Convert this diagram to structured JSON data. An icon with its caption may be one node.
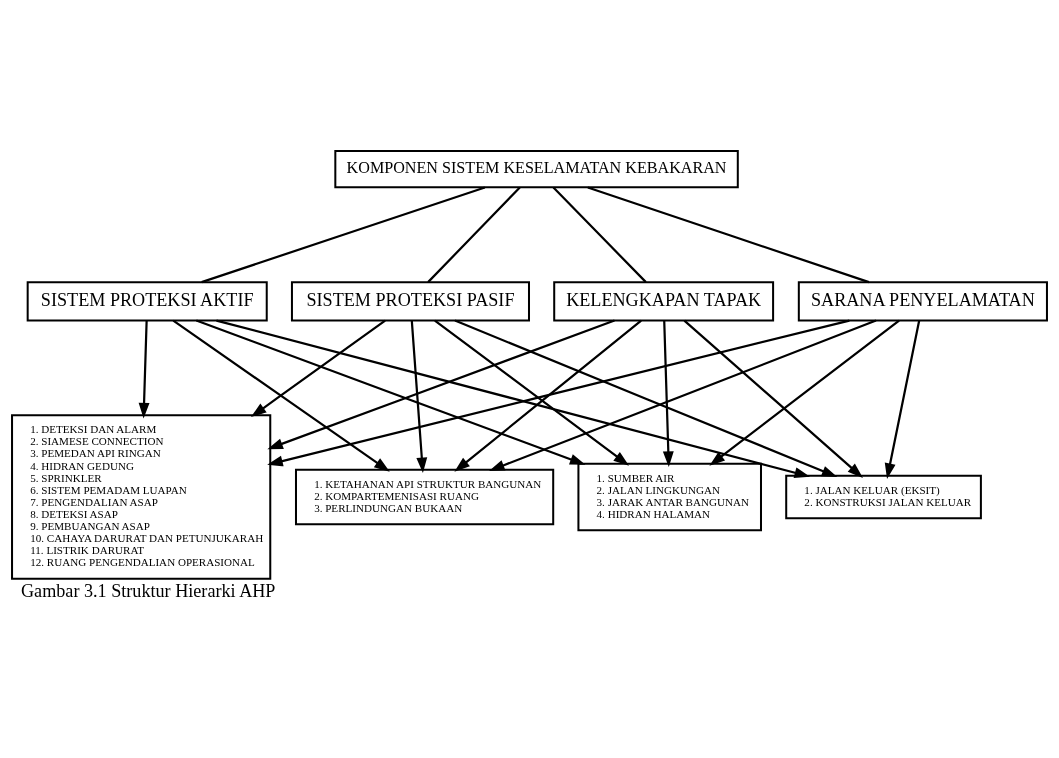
{
  "diagram": {
    "caption": "Gambar 3.1 Struktur Hierarki AHP",
    "nodes": [
      {
        "text": [
          "KOMPONEN SISTEM KESELAMATAN KEBAKARAN"
        ]
      },
      {
        "text": [
          "KELENGKAPAN TAPAK"
        ]
      },
      {
        "text": [
          "SARANA PENYELAMATAN"
        ]
      },
      {
        "text": [
          "SISTEM PROTEKSI AKTIF"
        ]
      },
      {
        "text": [
          "SISTEM PROTEKSI PASIF"
        ]
      },
      {
        "text": [
          "1. SUMBER AIR",
          "2. JALAN LINGKUNGAN",
          "3. JARAK ANTAR BANGUNAN",
          "4. HIDRAN HALAMAN"
        ]
      },
      {
        "text": [
          "1. JALAN KELUAR (EKSIT)",
          "2. KONSTRUKSI JALAN KELUAR"
        ]
      },
      {
        "text": [
          "1. DETEKSI DAN ALARM",
          "2. SIAMESE CONNECTION",
          "3. PEMEDAN API RINGAN",
          "4. HIDRAN GEDUNG",
          "5. SPRINKLER",
          "6. SISTEM PEMADAM LUAPAN",
          "7. PENGENDALIAN ASAP",
          "8. DETEKSI ASAP",
          "9. PEMBUANGAN ASAP",
          "10. CAHAYA DARURAT DAN PETUNJUKARAH",
          "11. LISTRIK DARURAT",
          "12. RUANG PENGENDALIAN OPERASIONAL"
        ]
      },
      {
        "text": [
          "1. KETAHANAN API STRUKTUR BANGUNAN",
          "2. KOMPARTEMENISASI RUANG",
          "3. PERLINDUNGAN BUKAAN"
        ]
      }
    ],
    "edges": [
      {
        "from": 0,
        "to": 1,
        "arrow": "none"
      },
      {
        "from": 0,
        "to": 2,
        "arrow": "none"
      },
      {
        "from": 0,
        "to": 3,
        "arrow": "none"
      },
      {
        "from": 0,
        "to": 4,
        "arrow": "none"
      },
      {
        "from": 1,
        "to": 5,
        "arrow": "to"
      },
      {
        "from": 1,
        "to": 6,
        "arrow": "to"
      },
      {
        "from": 1,
        "to": 7,
        "arrow": "to"
      },
      {
        "from": 1,
        "to": 8,
        "arrow": "to"
      },
      {
        "from": 2,
        "to": 5,
        "arrow": "to"
      },
      {
        "from": 2,
        "to": 6,
        "arrow": "to"
      },
      {
        "from": 2,
        "to": 7,
        "arrow": "to"
      },
      {
        "from": 2,
        "to": 8,
        "arrow": "to"
      },
      {
        "from": 3,
        "to": 5,
        "arrow": "to"
      },
      {
        "from": 3,
        "to": 6,
        "arrow": "to"
      },
      {
        "from": 3,
        "to": 7,
        "arrow": "to"
      },
      {
        "from": 3,
        "to": 8,
        "arrow": "to"
      },
      {
        "from": 4,
        "to": 5,
        "arrow": "to"
      },
      {
        "from": 4,
        "to": 6,
        "arrow": "to"
      },
      {
        "from": 4,
        "to": 7,
        "arrow": "to"
      },
      {
        "from": 4,
        "to": 8,
        "arrow": "to"
      }
    ]
  }
}
